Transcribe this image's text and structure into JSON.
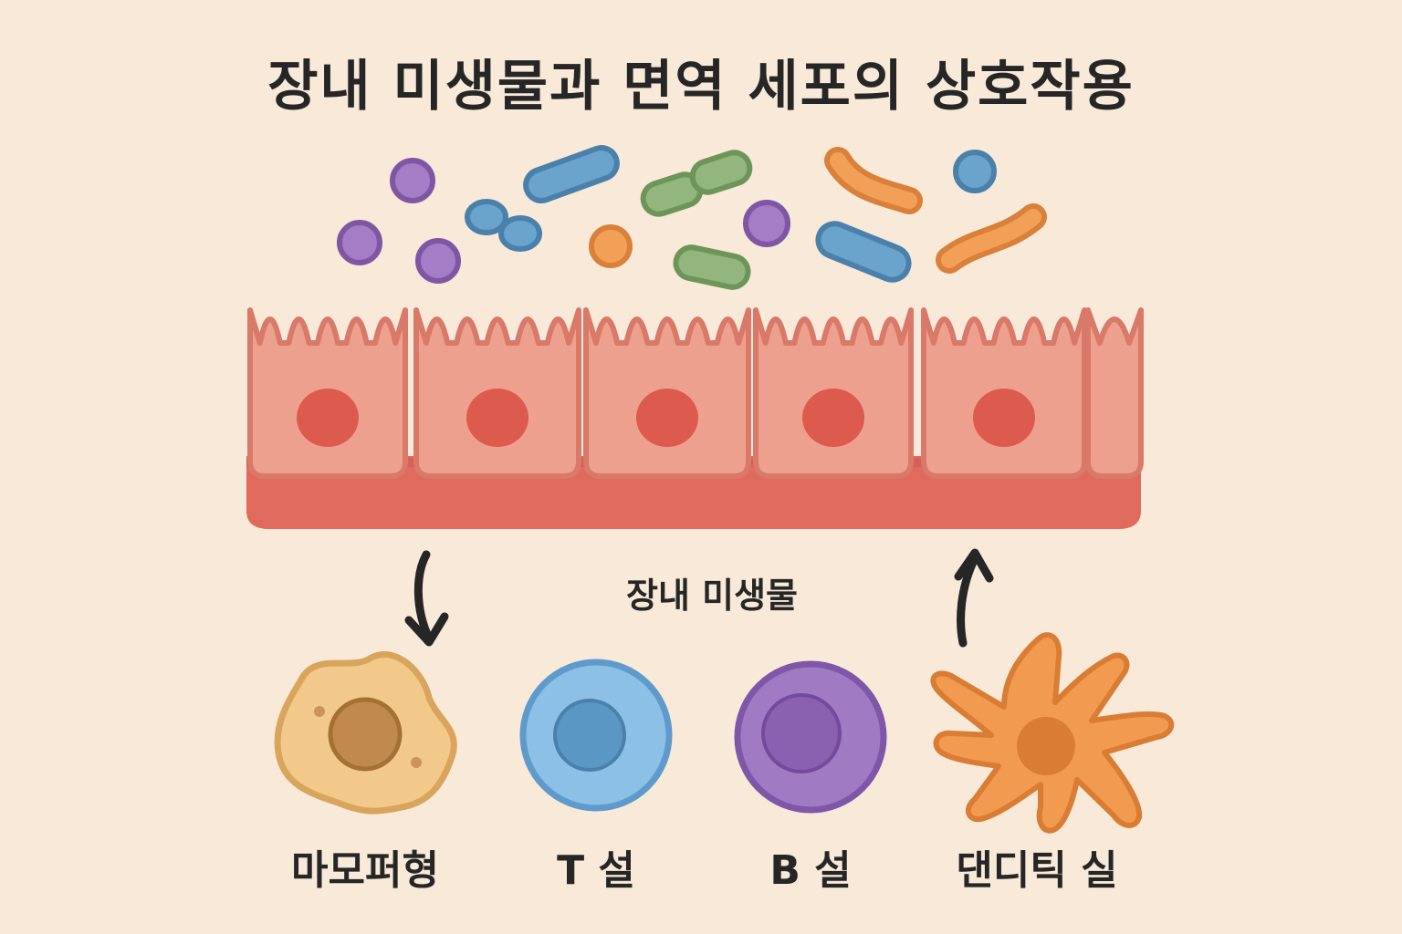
{
  "title": "장내 미생물과 면역 세포의 상호작용",
  "center_label": "장내 미생물",
  "immune_cells": [
    {
      "label": "마모퍼형",
      "icon": "macrophage-icon"
    },
    {
      "label": "T 설",
      "icon": "t-cell-icon"
    },
    {
      "label": "B 설",
      "icon": "b-cell-icon"
    },
    {
      "label": "댄디틱 실",
      "icon": "dendritic-cell-icon"
    }
  ],
  "colors": {
    "background": "#f8e9d8",
    "epithelium": "#eea08e",
    "epithelium_outline": "#d9796a",
    "nucleus": "#dd5a4e",
    "basement": "#e06a5e",
    "purple": "#9b6bbf",
    "blue": "#5b97c4",
    "green": "#8fb27a",
    "orange": "#ee9a4e",
    "macrophage": "#f2c98a",
    "t_cell": "#8dc0e6",
    "b_cell": "#a17ac4",
    "dendritic": "#f29a4f"
  }
}
